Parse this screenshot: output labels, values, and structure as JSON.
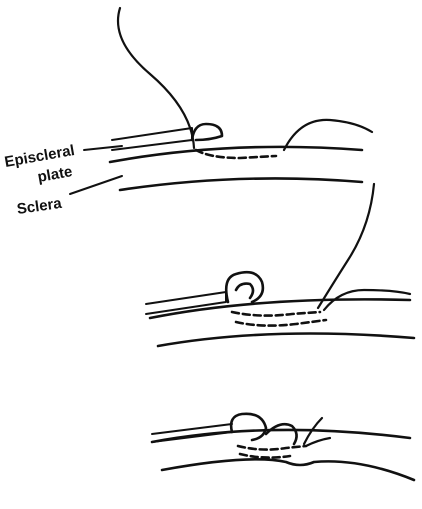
{
  "labels": {
    "episcleral": "Episcleral",
    "plate": "plate",
    "sclera": "Sclera"
  }
}
